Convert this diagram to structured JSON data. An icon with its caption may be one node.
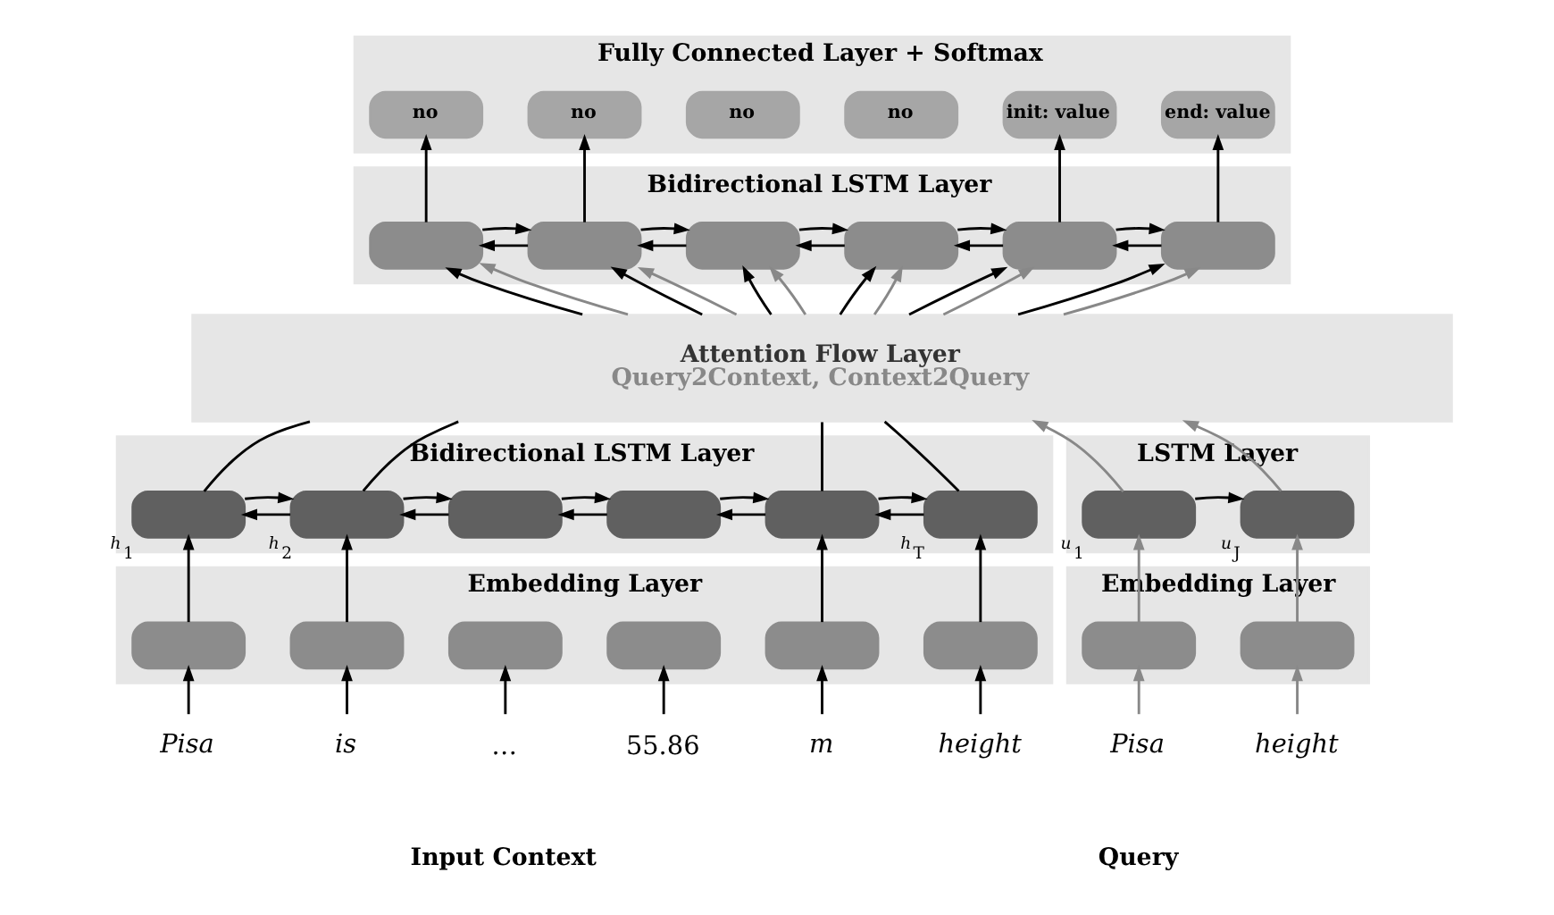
{
  "diagram": {
    "nodes": [
      {
        "text": [
          "Fully Connected Layer + Softmax"
        ]
      },
      {
        "text": [
          "no"
        ],
        "in": 0
      },
      {
        "text": [
          "no"
        ],
        "in": 0
      },
      {
        "text": [
          "no"
        ],
        "in": 0
      },
      {
        "text": [
          "no"
        ],
        "in": 0
      },
      {
        "text": [
          "init: value"
        ],
        "in": 0
      },
      {
        "text": [
          "end: value"
        ],
        "in": 0
      },
      {
        "text": [
          "Bidirectional LSTM Layer"
        ]
      },
      {
        "text": [],
        "shape": "box",
        "in": 7
      },
      {
        "text": [],
        "shape": "box",
        "in": 7
      },
      {
        "text": [],
        "shape": "box",
        "in": 7
      },
      {
        "text": [],
        "shape": "box",
        "in": 7
      },
      {
        "text": [],
        "shape": "box",
        "in": 7
      },
      {
        "text": [],
        "shape": "box",
        "in": 7
      },
      {
        "text": [
          "Attention Flow Layer",
          "Query2Context, Context2Query"
        ]
      },
      {
        "text": [
          "Bidirectional LSTM Layer"
        ]
      },
      {
        "text": [],
        "shape": "box",
        "in": 15,
        "beside": [
          "*h*$_{1}$"
        ]
      },
      {
        "text": [],
        "shape": "box",
        "in": 15,
        "beside": [
          "*h*$_{2}$"
        ]
      },
      {
        "text": [],
        "shape": "box",
        "in": 15
      },
      {
        "text": [],
        "shape": "box",
        "in": 15
      },
      {
        "text": [],
        "shape": "box",
        "in": 15
      },
      {
        "text": [],
        "shape": "box",
        "in": 15,
        "beside": [
          "*h*$_{T}$"
        ]
      },
      {
        "text": [
          "Embedding Layer"
        ]
      },
      {
        "text": [],
        "shape": "box",
        "in": 22
      },
      {
        "text": [],
        "shape": "box",
        "in": 22
      },
      {
        "text": [],
        "shape": "box",
        "in": 22
      },
      {
        "text": [],
        "shape": "box",
        "in": 22
      },
      {
        "text": [],
        "shape": "box",
        "in": 22
      },
      {
        "text": [],
        "shape": "box",
        "in": 22
      },
      {
        "text": [
          "Pisa"
        ]
      },
      {
        "text": [
          "is"
        ]
      },
      {
        "text": [
          "…"
        ]
      },
      {
        "text": [
          "55.86"
        ]
      },
      {
        "text": [
          "m"
        ]
      },
      {
        "text": [
          "height"
        ]
      },
      {
        "text": [
          "LSTM Layer"
        ]
      },
      {
        "text": [],
        "shape": "box",
        "in": 35,
        "beside": [
          "*u*$_{1}$"
        ]
      },
      {
        "text": [],
        "shape": "box",
        "in": 35,
        "beside": [
          "*u*$_{J}$"
        ]
      },
      {
        "text": [
          "Embedding Layer"
        ]
      },
      {
        "text": [],
        "shape": "box",
        "in": 38
      },
      {
        "text": [],
        "shape": "box",
        "in": 38
      },
      {
        "text": [
          "Pisa"
        ]
      },
      {
        "text": [
          "height"
        ]
      }
    ],
    "edges": [
      {
        "from": 29,
        "to": 23,
        "arrow": "to"
      },
      {
        "from": 30,
        "to": 24,
        "arrow": "to"
      },
      {
        "from": 31,
        "to": 25,
        "arrow": "to"
      },
      {
        "from": 32,
        "to": 26,
        "arrow": "to"
      },
      {
        "from": 33,
        "to": 27,
        "arrow": "to"
      },
      {
        "from": 34,
        "to": 28,
        "arrow": "to"
      },
      {
        "from": 23,
        "to": 16,
        "arrow": "to"
      },
      {
        "from": 24,
        "to": 17,
        "arrow": "to"
      },
      {
        "from": 27,
        "to": 20,
        "arrow": "to"
      },
      {
        "from": 28,
        "to": 21,
        "arrow": "to"
      },
      {
        "from": 16,
        "to": 17,
        "arrow": "to"
      },
      {
        "from": 17,
        "to": 16,
        "arrow": "to"
      },
      {
        "from": 17,
        "to": 18,
        "arrow": "to"
      },
      {
        "from": 18,
        "to": 17,
        "arrow": "to"
      },
      {
        "from": 18,
        "to": 19,
        "arrow": "to"
      },
      {
        "from": 19,
        "to": 18,
        "arrow": "to"
      },
      {
        "from": 19,
        "to": 20,
        "arrow": "to"
      },
      {
        "from": 20,
        "to": 19,
        "arrow": "to"
      },
      {
        "from": 20,
        "to": 21,
        "arrow": "to"
      },
      {
        "from": 21,
        "to": 20,
        "arrow": "to"
      },
      {
        "from": 16,
        "to": 14,
        "arrow": "none"
      },
      {
        "from": 17,
        "to": 14,
        "arrow": "none"
      },
      {
        "from": 20,
        "to": 14,
        "arrow": "none"
      },
      {
        "from": 21,
        "to": 14,
        "arrow": "none"
      },
      {
        "from": 41,
        "to": 39,
        "arrow": "to",
        "color": "#888888"
      },
      {
        "from": 42,
        "to": 40,
        "arrow": "to",
        "color": "#888888"
      },
      {
        "from": 39,
        "to": 36,
        "arrow": "to",
        "color": "#888888"
      },
      {
        "from": 40,
        "to": 37,
        "arrow": "to",
        "color": "#888888"
      },
      {
        "from": 36,
        "to": 37,
        "arrow": "to"
      },
      {
        "from": 36,
        "to": 14,
        "arrow": "to",
        "color": "#888888"
      },
      {
        "from": 37,
        "to": 14,
        "arrow": "to",
        "color": "#888888"
      },
      {
        "from": 14,
        "to": 8,
        "arrow": "to"
      },
      {
        "from": 14,
        "to": 9,
        "arrow": "to"
      },
      {
        "from": 14,
        "to": 10,
        "arrow": "to"
      },
      {
        "from": 14,
        "to": 11,
        "arrow": "to"
      },
      {
        "from": 14,
        "to": 12,
        "arrow": "to"
      },
      {
        "from": 14,
        "to": 13,
        "arrow": "to"
      },
      {
        "from": 14,
        "to": 8,
        "arrow": "to",
        "color": "#888888"
      },
      {
        "from": 14,
        "to": 9,
        "arrow": "to",
        "color": "#888888"
      },
      {
        "from": 14,
        "to": 10,
        "arrow": "to",
        "color": "#888888"
      },
      {
        "from": 14,
        "to": 11,
        "arrow": "to",
        "color": "#888888"
      },
      {
        "from": 14,
        "to": 12,
        "arrow": "to",
        "color": "#888888"
      },
      {
        "from": 14,
        "to": 13,
        "arrow": "to",
        "color": "#888888"
      },
      {
        "from": 8,
        "to": 9,
        "arrow": "to"
      },
      {
        "from": 9,
        "to": 8,
        "arrow": "to"
      },
      {
        "from": 9,
        "to": 10,
        "arrow": "to"
      },
      {
        "from": 10,
        "to": 9,
        "arrow": "to"
      },
      {
        "from": 10,
        "to": 11,
        "arrow": "to"
      },
      {
        "from": 11,
        "to": 10,
        "arrow": "to"
      },
      {
        "from": 11,
        "to": 12,
        "arrow": "to"
      },
      {
        "from": 12,
        "to": 11,
        "arrow": "to"
      },
      {
        "from": 12,
        "to": 13,
        "arrow": "to"
      },
      {
        "from": 13,
        "to": 12,
        "arrow": "to"
      },
      {
        "from": 8,
        "to": 1,
        "arrow": "to"
      },
      {
        "from": 9,
        "to": 2,
        "arrow": "to"
      },
      {
        "from": 12,
        "to": 5,
        "arrow": "to"
      },
      {
        "from": 13,
        "to": 6,
        "arrow": "to"
      }
    ],
    "labels": [
      "Input Context",
      "Query"
    ]
  }
}
